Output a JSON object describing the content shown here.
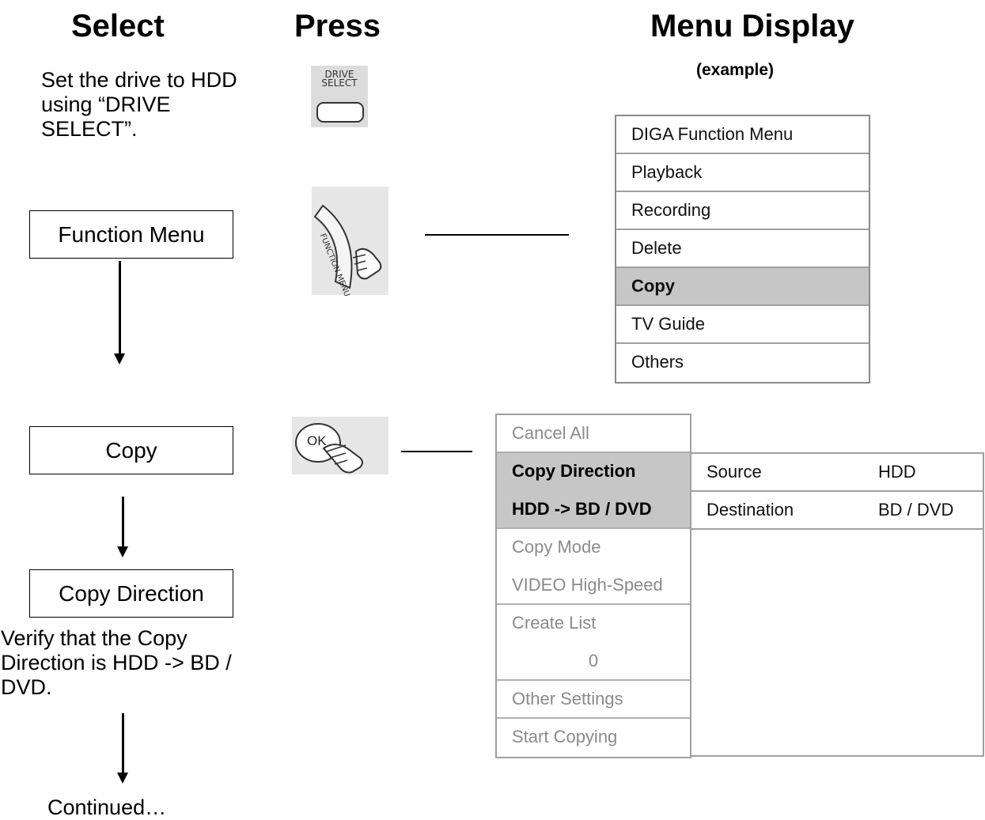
{
  "headers": {
    "select": "Select",
    "press": "Press",
    "menu_display": "Menu Display",
    "example": "(example)"
  },
  "steps": {
    "set_drive_note": "Set the drive to HDD using “DRIVE SELECT”.",
    "function_menu": "Function Menu",
    "copy": "Copy",
    "copy_direction": "Copy Direction",
    "verify_note": "Verify that the Copy Direction is HDD -> BD / DVD.",
    "continued": "Continued…"
  },
  "buttons": {
    "drive_select_line1": "DRIVE",
    "drive_select_line2": "SELECT",
    "function_menu_label": "FUNCTION MENU",
    "ok_label": "OK"
  },
  "function_menu": {
    "items": [
      "DIGA Function Menu",
      "Playback",
      "Recording",
      "Delete",
      "Copy",
      "TV Guide",
      "Others"
    ],
    "selected": "Copy"
  },
  "copy_menu": {
    "left": [
      "Cancel All",
      "Copy Direction",
      "HDD -> BD / DVD",
      "Copy Mode",
      "VIDEO High-Speed",
      "Create List",
      "0",
      "Other Settings",
      "Start Copying"
    ],
    "details": [
      {
        "key": "Source",
        "value": "HDD"
      },
      {
        "key": "Destination",
        "value": "BD / DVD"
      }
    ]
  },
  "colors": {
    "highlight": "#c6c6c6",
    "disabled_text": "#8a8a8a",
    "border": "#a0a0a0"
  }
}
